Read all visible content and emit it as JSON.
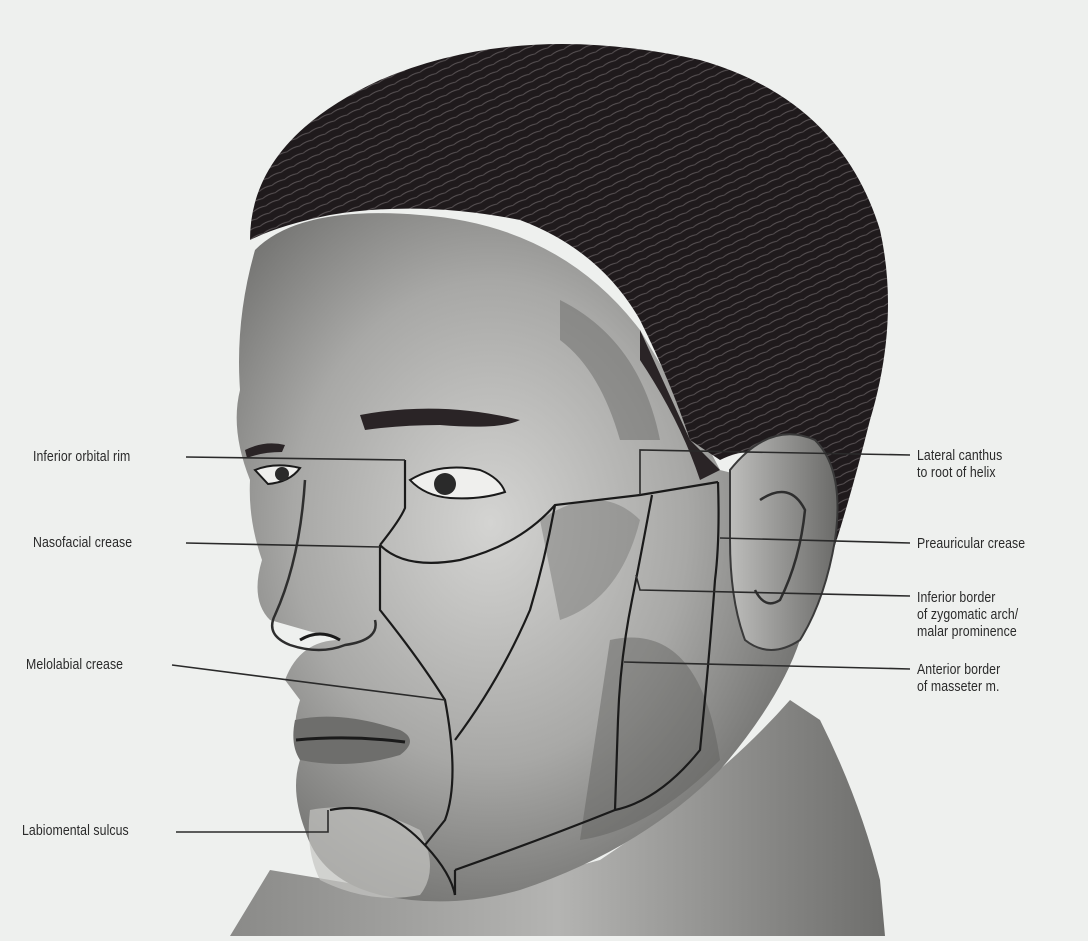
{
  "figure": {
    "labels_left": [
      {
        "key": "inferior_orbital_rim",
        "text": "Inferior orbital rim"
      },
      {
        "key": "nasofacial_crease",
        "text": "Nasofacial crease"
      },
      {
        "key": "melolabial_crease",
        "text": "Melolabial crease"
      },
      {
        "key": "labiomental_sulcus",
        "text": "Labiomental sulcus"
      }
    ],
    "labels_right": [
      {
        "key": "lateral_canthus",
        "lines": [
          "Lateral canthus",
          "to root of helix"
        ]
      },
      {
        "key": "preauricular_crease",
        "lines": [
          "Preauricular crease"
        ]
      },
      {
        "key": "inferior_border_zygomatic",
        "lines": [
          "Inferior border",
          "of zygomatic arch/",
          "malar prominence"
        ]
      },
      {
        "key": "anterior_border_masseter",
        "lines": [
          "Anterior border",
          "of masseter m."
        ]
      }
    ]
  },
  "colors": {
    "background": "#eef0ee",
    "hair": "#1f1a1c",
    "skin_mid": "#9a9a9a",
    "skin_dark": "#4a4a4a",
    "line": "#1a1a1a"
  }
}
